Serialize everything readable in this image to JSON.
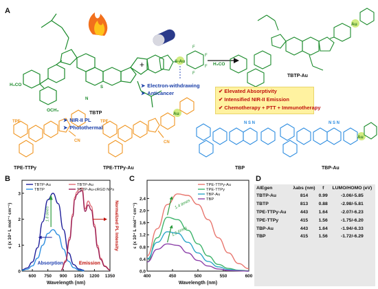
{
  "panels": {
    "a": "A",
    "b": "B",
    "c": "C",
    "d": "D"
  },
  "molecules": {
    "tbtp": "TBTP",
    "tbtp_au": "TBTP-Au",
    "tpe_ttpy": "TPE-TTPy",
    "tpe_ttpy_au": "TPE-TTPy-Au",
    "tbp": "TBP",
    "tbp_au": "TBP-Au"
  },
  "features_tbtp": [
    "NIR-II PL",
    "Photothermal"
  ],
  "features_au": [
    "Electron-withdrawing",
    "Anticancer"
  ],
  "benefits": [
    "Elevated Absorptivity",
    "Intensified NIR-II Emission",
    "Chemotherapy + PTT + Immunotherapy"
  ],
  "chart_data": [
    {
      "type": "line",
      "panel": "B",
      "xlabel": "Wavelength (nm)",
      "ylabel_left": "ε (x 10⁴ L mol⁻¹ cm⁻¹)",
      "ylabel_right": "Normalized PL Intensity",
      "xlim": [
        500,
        1350
      ],
      "xticks": [
        600,
        750,
        900,
        1050,
        1200,
        1350
      ],
      "ylim": [
        0,
        3.5
      ],
      "yticks": [
        0,
        1,
        2,
        3
      ],
      "legend": "top",
      "series": [
        {
          "name": "TBTP-Au",
          "color": "#1f1f9a",
          "role": "absorption",
          "x": [
            500,
            550,
            600,
            650,
            700,
            750,
            800,
            850,
            900,
            950,
            1000,
            1050,
            1100
          ],
          "y": [
            0.05,
            0.12,
            0.35,
            0.9,
            1.9,
            2.75,
            3.0,
            2.6,
            1.6,
            0.7,
            0.25,
            0.08,
            0.03
          ]
        },
        {
          "name": "TBTP",
          "color": "#2f8fe0",
          "role": "absorption",
          "x": [
            500,
            550,
            600,
            650,
            700,
            750,
            800,
            850,
            900,
            950,
            1000,
            1050,
            1100
          ],
          "y": [
            0.03,
            0.07,
            0.2,
            0.5,
            1.0,
            1.45,
            1.6,
            1.4,
            0.85,
            0.38,
            0.13,
            0.04,
            0.01
          ]
        },
        {
          "name": "TBTP-Au",
          "color": "#e06a74",
          "role": "emission",
          "x": [
            880,
            920,
            960,
            990,
            1010,
            1030,
            1050,
            1080,
            1110,
            1140,
            1170,
            1200,
            1230,
            1260,
            1300,
            1350
          ],
          "y": [
            0.05,
            0.4,
            1.3,
            2.2,
            2.85,
            3.05,
            3.15,
            3.2,
            2.4,
            2.7,
            2.5,
            1.8,
            1.0,
            0.5,
            0.2,
            0.05
          ]
        },
        {
          "name": "TBTP-Au-cRGD NPs",
          "color": "#9b1f55",
          "role": "emission",
          "x": [
            880,
            920,
            960,
            990,
            1010,
            1030,
            1050,
            1080,
            1110,
            1140,
            1170,
            1200,
            1230,
            1260,
            1300,
            1350
          ],
          "y": [
            0.04,
            0.35,
            1.2,
            2.1,
            2.75,
            2.95,
            3.05,
            3.1,
            2.3,
            2.55,
            2.35,
            1.7,
            0.9,
            0.45,
            0.18,
            0.04
          ]
        }
      ],
      "annotations": [
        "1.8 times",
        "Absorption",
        "Emission"
      ]
    },
    {
      "type": "line",
      "panel": "C",
      "xlabel": "Wavelength (nm)",
      "ylabel": "ε (x 10⁴ L mol⁻¹ cm⁻¹)",
      "xlim": [
        400,
        600
      ],
      "xticks": [
        400,
        450,
        500,
        550,
        600
      ],
      "ylim": [
        0,
        3.0
      ],
      "yticks": [
        0.0,
        0.4,
        0.8,
        1.2,
        1.6,
        2.0,
        2.4
      ],
      "legend": "top-right",
      "series": [
        {
          "name": "TPE-TTPy-Au",
          "color": "#e8766e",
          "x": [
            400,
            420,
            440,
            460,
            480,
            500,
            520,
            540,
            560,
            580,
            600
          ],
          "y": [
            0.5,
            1.4,
            2.2,
            2.55,
            2.5,
            2.2,
            1.7,
            1.1,
            0.6,
            0.25,
            0.08
          ]
        },
        {
          "name": "TPE-TTPy",
          "color": "#3cb36a",
          "x": [
            400,
            420,
            440,
            460,
            480,
            500,
            520,
            540,
            560,
            580,
            600
          ],
          "y": [
            0.3,
            1.1,
            1.78,
            1.7,
            1.35,
            0.9,
            0.5,
            0.22,
            0.09,
            0.03,
            0.01
          ]
        },
        {
          "name": "TBP-Au",
          "color": "#2ea6c8",
          "x": [
            400,
            420,
            440,
            460,
            480,
            500,
            520,
            540,
            560,
            580,
            600
          ],
          "y": [
            0.4,
            0.95,
            1.3,
            1.25,
            0.95,
            0.6,
            0.32,
            0.14,
            0.05,
            0.02,
            0.0
          ]
        },
        {
          "name": "TBP",
          "color": "#8b3fa8",
          "x": [
            400,
            420,
            440,
            460,
            480,
            500,
            520,
            540,
            560,
            580,
            600
          ],
          "y": [
            0.3,
            0.72,
            0.9,
            0.85,
            0.6,
            0.35,
            0.17,
            0.07,
            0.02,
            0.01,
            0.0
          ]
        }
      ],
      "annotations": [
        "1.4 times",
        "1.5 times"
      ]
    }
  ],
  "table": {
    "headers": [
      "AIEgen",
      "λabs (nm)",
      "f",
      "LUMO/HOMO (eV)"
    ],
    "rows": [
      [
        "TBTP-Au",
        "814",
        "0.99",
        "-3.06/-5.85"
      ],
      [
        "TBTP",
        "813",
        "0.88",
        "-2.98/-5.81"
      ],
      [
        "TPE-TTPy-Au",
        "443",
        "1.64",
        "-2.07/-6.23"
      ],
      [
        "TPE-TTPy",
        "415",
        "1.56",
        "-1.75/-6.20"
      ],
      [
        "TBP-Au",
        "443",
        "1.64",
        "-1.94/-6.33"
      ],
      [
        "TBP",
        "415",
        "1.56",
        "-1.72/-6.29"
      ]
    ]
  }
}
